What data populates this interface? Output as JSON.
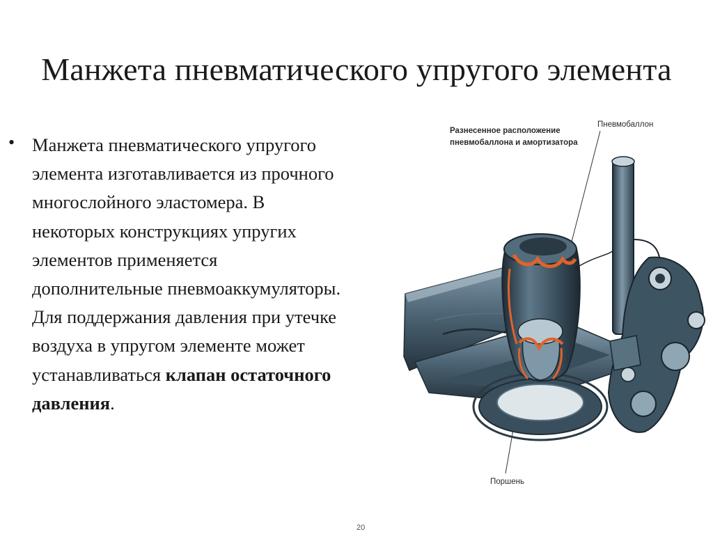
{
  "slide": {
    "title": "Манжета пневматического упругого элемента",
    "bullet": {
      "marker": "•",
      "text_plain": "Манжета пневматического упругого элемента изготавливается из прочного многослойного эластомера. В некоторых конструкциях упругих элементов применяется дополнительные пневмоаккумуляторы. Для поддержания давления при утечке воздуха в упругом элементе может устанавливаться ",
      "text_bold": "клапан остаточного давления",
      "text_end": "."
    },
    "figure": {
      "label_top_line1": "Разнесенное расположение",
      "label_top_line2": "пневмобаллона и амортизатора",
      "label_balloon": "Пневмобаллон",
      "label_piston": "Поршень",
      "icon": "air-spring-illustration"
    },
    "page_number": "20"
  },
  "colors": {
    "metal_dark": "#2f4250",
    "metal_mid": "#587282",
    "metal_light": "#9fb4c1",
    "rubber_orange": "#e0632a",
    "text": "#1a1a1a"
  }
}
